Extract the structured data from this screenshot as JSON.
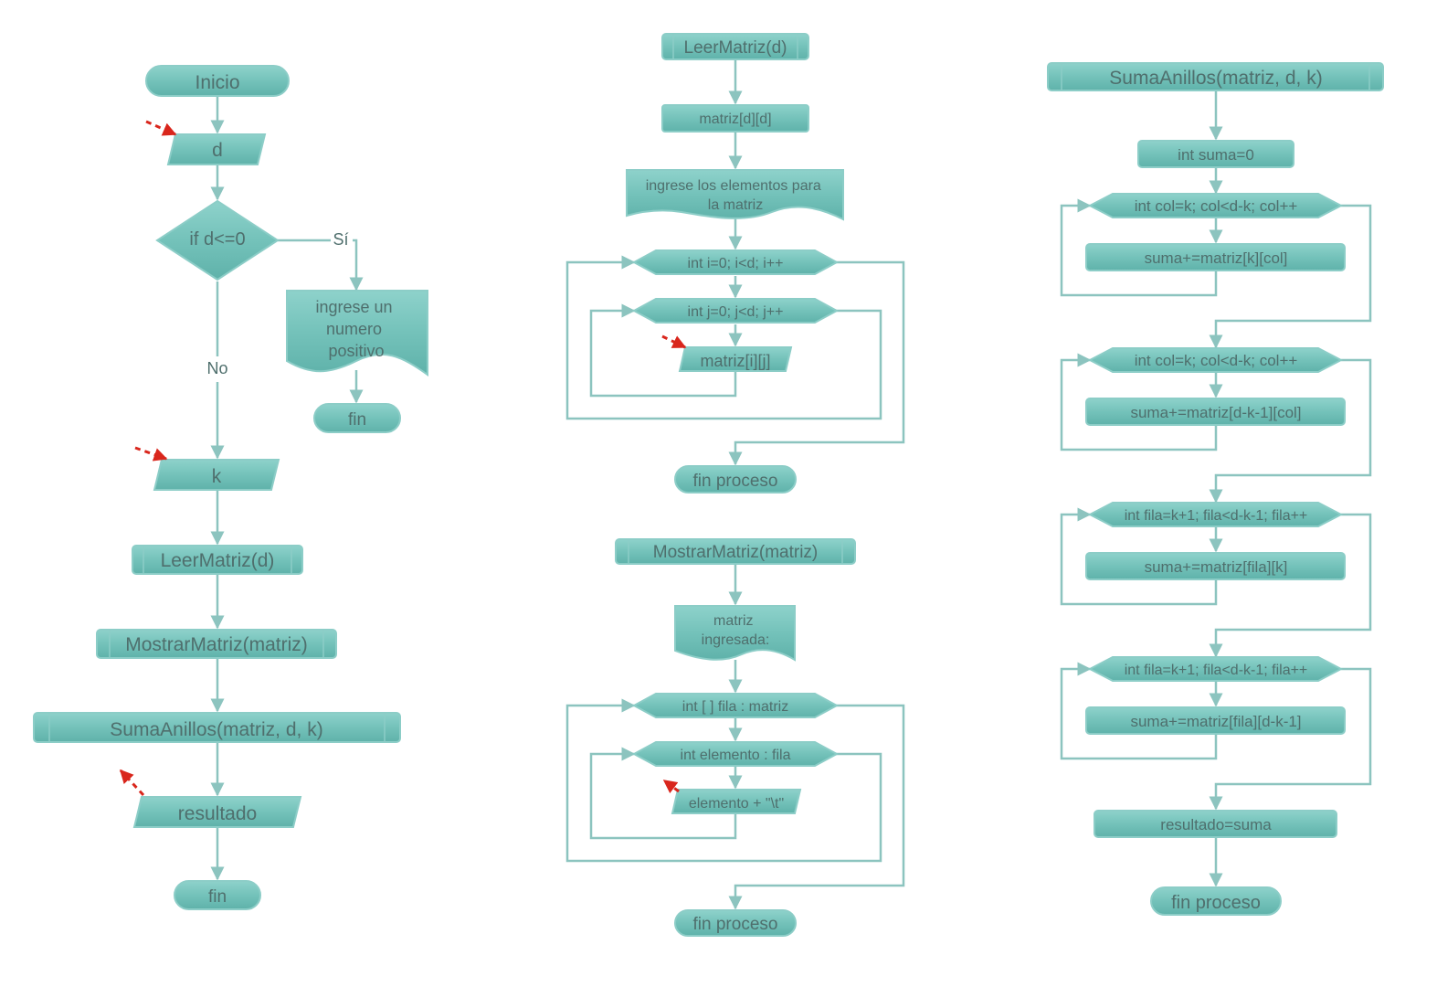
{
  "colors": {
    "shape_fill_top": "#8ed2cb",
    "shape_fill_bottom": "#5fb2aa",
    "shape_border": "#8ccdc7",
    "connector": "#8cc4bf",
    "text": "#4f6f6d",
    "input_pointer": "#d9261c"
  },
  "flows": {
    "main": {
      "start": "Inicio",
      "input_d": "d",
      "decision": "if d<=0",
      "yes_label": "Sí",
      "no_label": "No",
      "error_message": "ingrese un numero positivo",
      "error_end": "fin",
      "input_k": "k",
      "call_read": "LeerMatriz(d)",
      "call_show": "MostrarMatriz(matriz)",
      "call_sum": "SumaAnillos(matriz, d, k)",
      "output": "resultado",
      "end": "fin"
    },
    "leer": {
      "header": "LeerMatriz(d)",
      "declare": "matriz[d][d]",
      "prompt": "ingrese los elementos para la matriz",
      "loop_outer": "int i=0; i<d; i++",
      "loop_inner": "int j=0; j<d; j++",
      "input": "matriz[i][j]",
      "end": "fin proceso"
    },
    "mostrar": {
      "header": "MostrarMatriz(matriz)",
      "message": "matriz ingresada:",
      "loop_outer": "int [ ] fila : matriz",
      "loop_inner": "int elemento : fila",
      "output": "elemento + \"\\t\"",
      "end": "fin proceso"
    },
    "suma": {
      "header": "SumaAnillos(matriz, d, k)",
      "init": "int suma=0",
      "loops": [
        {
          "condition": "int col=k; col<d-k; col++",
          "action": "suma+=matriz[k][col]"
        },
        {
          "condition": "int col=k; col<d-k; col++",
          "action": "suma+=matriz[d-k-1][col]"
        },
        {
          "condition": "int fila=k+1; fila<d-k-1; fila++",
          "action": "suma+=matriz[fila][k]"
        },
        {
          "condition": "int fila=k+1; fila<d-k-1; fila++",
          "action": "suma+=matriz[fila][d-k-1]"
        }
      ],
      "assign": "resultado=suma",
      "end": "fin proceso"
    }
  }
}
